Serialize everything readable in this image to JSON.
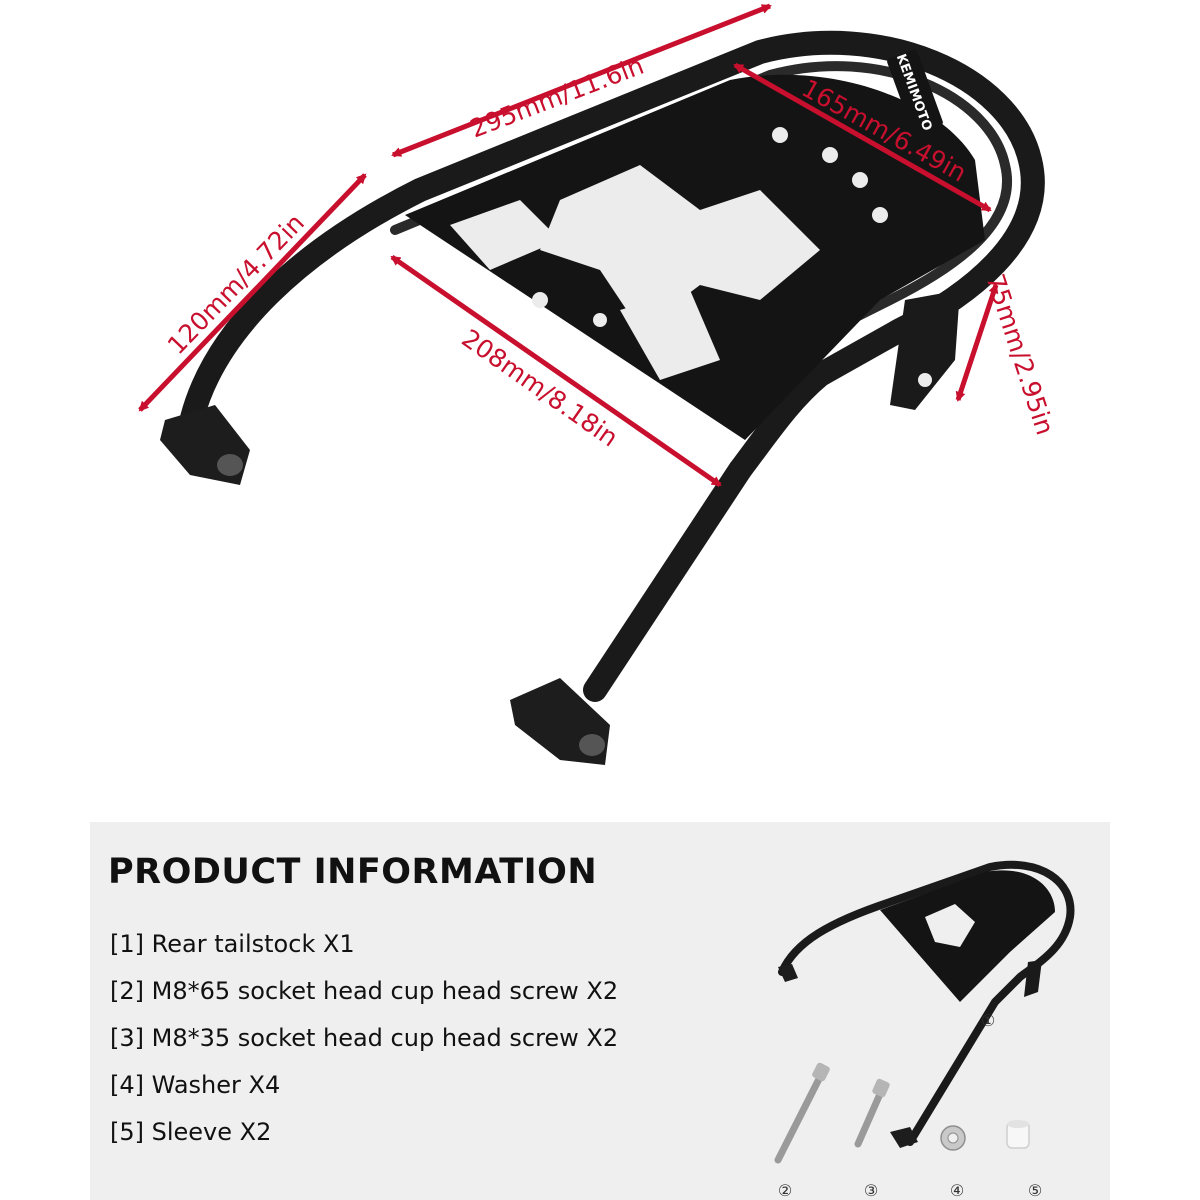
{
  "dimensions": {
    "overall_length": "295mm/11.6in",
    "plate_width": "165mm/6.49in",
    "leg_length": "120mm/4.72in",
    "inner_width": "208mm/8.18in",
    "bracket_height": "75mm/2.95in"
  },
  "brand_logo": "KEMIMOTO",
  "colors": {
    "dimension_line": "#c8102e",
    "product": "#111111",
    "panel_bg": "#efefef"
  },
  "info": {
    "title": "PRODUCT INFORMATION",
    "items": [
      "[1] Rear tailstock X1",
      "[2] M8*65 socket head cup head screw X2",
      "[3] M8*35 socket head cup head screw X2",
      "[4] Washer X4",
      "[5] Sleeve X2"
    ],
    "part_numbers": [
      "①",
      "②",
      "③",
      "④",
      "⑤"
    ]
  }
}
